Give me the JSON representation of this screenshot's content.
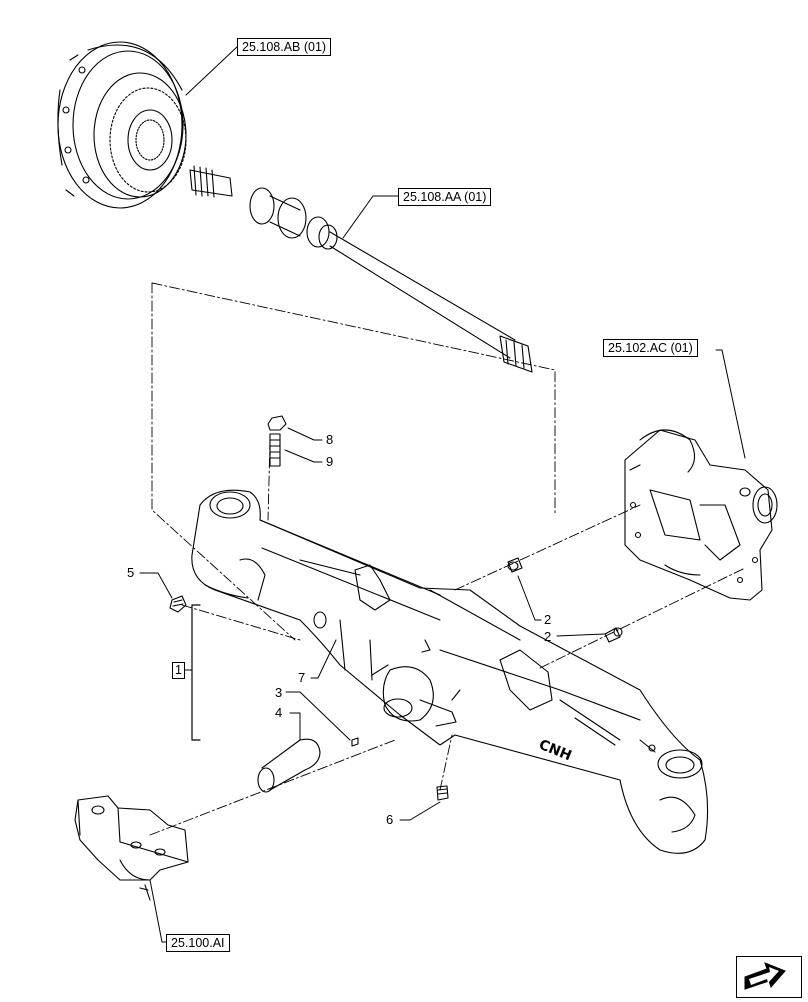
{
  "references": {
    "ref_25108ab": "25.108.AB (01)",
    "ref_25108aa": "25.108.AA (01)",
    "ref_25102ac": "25.102.AC (01)",
    "ref_25100ai": "25.100.AI"
  },
  "callouts": {
    "c8": "8",
    "c9": "9",
    "c5": "5",
    "c2a": "2",
    "c2b": "2",
    "c7": "7",
    "c3": "3",
    "c4": "4",
    "c6": "6"
  },
  "group_label": "1",
  "axle_brand": "CNH",
  "icons": {
    "nav": "next-page-arrow-icon"
  }
}
